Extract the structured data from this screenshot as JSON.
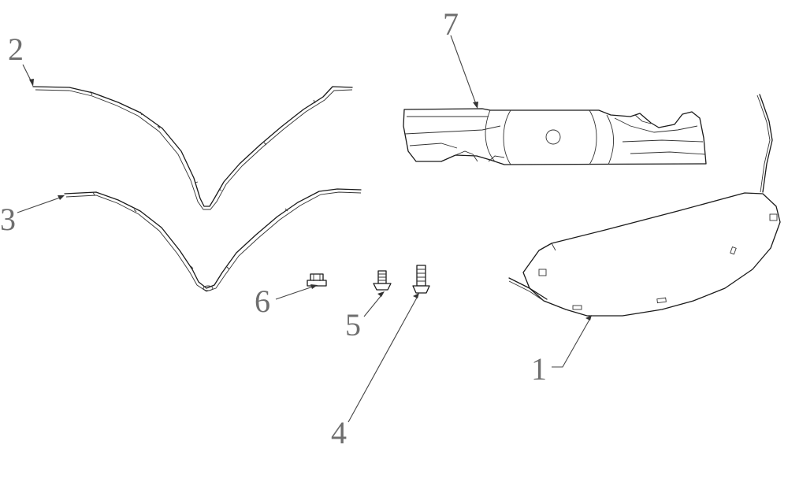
{
  "callouts": [
    {
      "id": "1",
      "text": "1"
    },
    {
      "id": "2",
      "text": "2"
    },
    {
      "id": "3",
      "text": "3"
    },
    {
      "id": "4",
      "text": "4"
    },
    {
      "id": "5",
      "text": "5"
    },
    {
      "id": "6",
      "text": "6"
    },
    {
      "id": "7",
      "text": "7"
    }
  ],
  "colors": {
    "line": "#1a1a1a",
    "label": "#6e6e6e",
    "background": "#ffffff"
  }
}
